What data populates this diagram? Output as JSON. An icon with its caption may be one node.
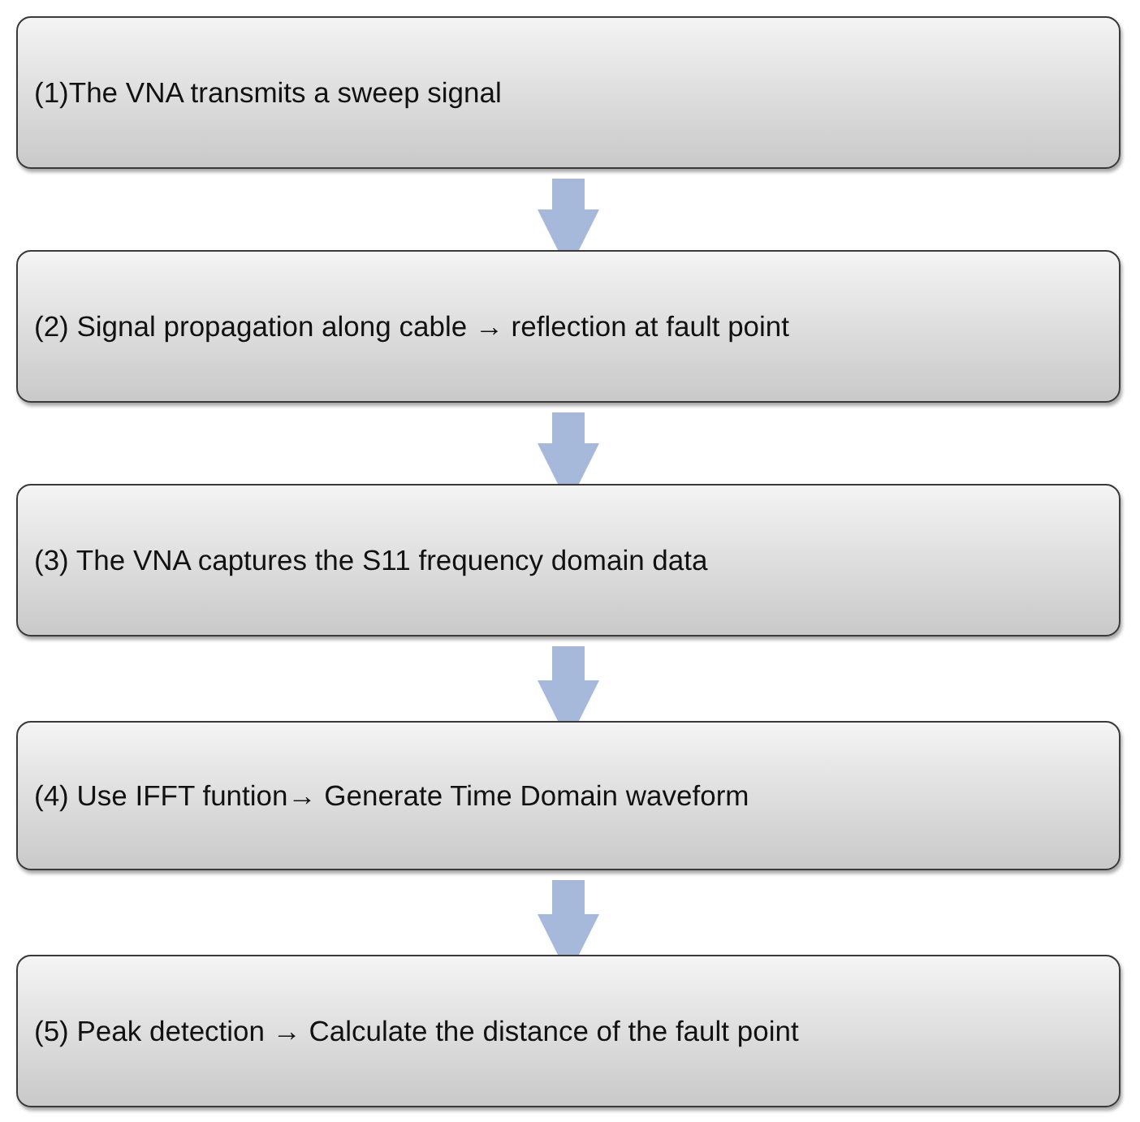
{
  "diagram": {
    "nodes": [
      {
        "text": [
          "(1)The VNA transmits a sweep signal"
        ]
      },
      {
        "text": [
          "(2) Signal propagation along cable → reflection at fault point"
        ]
      },
      {
        "text": [
          "(3) The VNA captures the S11 frequency domain data"
        ]
      },
      {
        "text": [
          "(4) Use IFFT funtion→ Generate Time Domain waveform"
        ]
      },
      {
        "text": [
          "(5) Peak detection → Calculate the distance of the fault point"
        ]
      }
    ],
    "edges": [
      {
        "from": 0,
        "to": 1,
        "arrow": "to"
      },
      {
        "from": 1,
        "to": 2,
        "arrow": "to"
      },
      {
        "from": 2,
        "to": 3,
        "arrow": "to"
      },
      {
        "from": 3,
        "to": 4,
        "arrow": "to"
      }
    ]
  }
}
